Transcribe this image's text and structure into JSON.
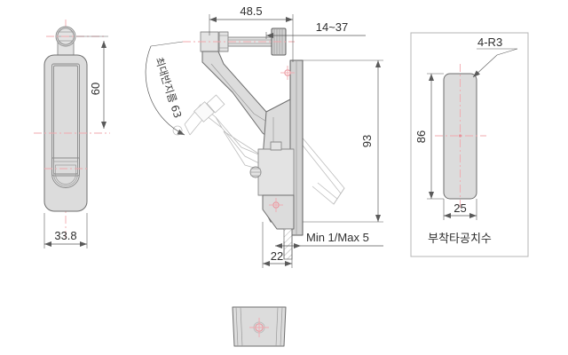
{
  "drawing": {
    "title": "Compression latch technical drawing",
    "colors": {
      "part_fill": "#dcdcdc",
      "part_outline": "#6e6e6e",
      "centerline": "#f2a8ae",
      "dimension_line": "#5a5a5a",
      "frame_border": "#b4b4b4",
      "background": "#ffffff"
    }
  },
  "front_view": {
    "name": "front-view",
    "dimensions": {
      "height_label": "60",
      "width_label": "33.8"
    }
  },
  "side_view": {
    "name": "side-view",
    "dimensions": {
      "top_width_label": "48.5",
      "grip_range_label": "14~37",
      "overall_height_label": "93",
      "depth_label": "22",
      "panel_thickness_label": "Min 1/Max 5",
      "max_radius_label": "최대반지름 63"
    }
  },
  "cutout_view": {
    "name": "cutout-view",
    "caption": "부착타공치수",
    "dimensions": {
      "corner_radius_label": "4-R3",
      "height_label": "86",
      "width_label": "25"
    }
  },
  "bottom_view": {
    "name": "bottom-view",
    "caption": ""
  }
}
